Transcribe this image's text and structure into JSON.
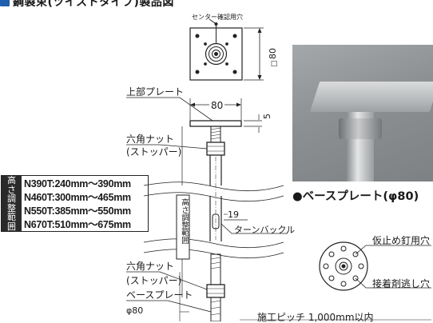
{
  "title": "鋼製束(ツイストタイプ)製品図",
  "labels": {
    "center_hole": "センター確認用穴",
    "dim_80_side": "80",
    "square_mark": "□",
    "upper_plate": "上部プレート",
    "dim_80_top": "80",
    "dim_5": "5",
    "hex_nut_upper": "六角ナット",
    "stopper_upper": "(ストッパー)",
    "adjust_range_vertical": "高さ調整範囲",
    "dim_19": "19",
    "turnbuckle": "ターンバックル",
    "hex_nut_lower": "六角ナット",
    "stopper_lower": "(ストッパー)",
    "base_plate": "ベースプレート",
    "phi80": "φ80",
    "pitch_note": "施工ピッチ 1,000mm以内"
  },
  "range_table": {
    "label": "高さ調整範囲",
    "items": [
      "N390T:240mm～390mm",
      "N460T:300mm～465mm",
      "N550T:385mm～550mm",
      "N670T:510mm～675mm"
    ]
  },
  "base_plate_section": {
    "caption": "●ベースプレート(φ80)",
    "nail_hole": "仮止め釘用穴",
    "adhesive_hole": "接着剤逃し穴"
  },
  "colors": {
    "accent": "#1f5fae",
    "line": "#222222",
    "label_bg": "#2a2a2a"
  }
}
